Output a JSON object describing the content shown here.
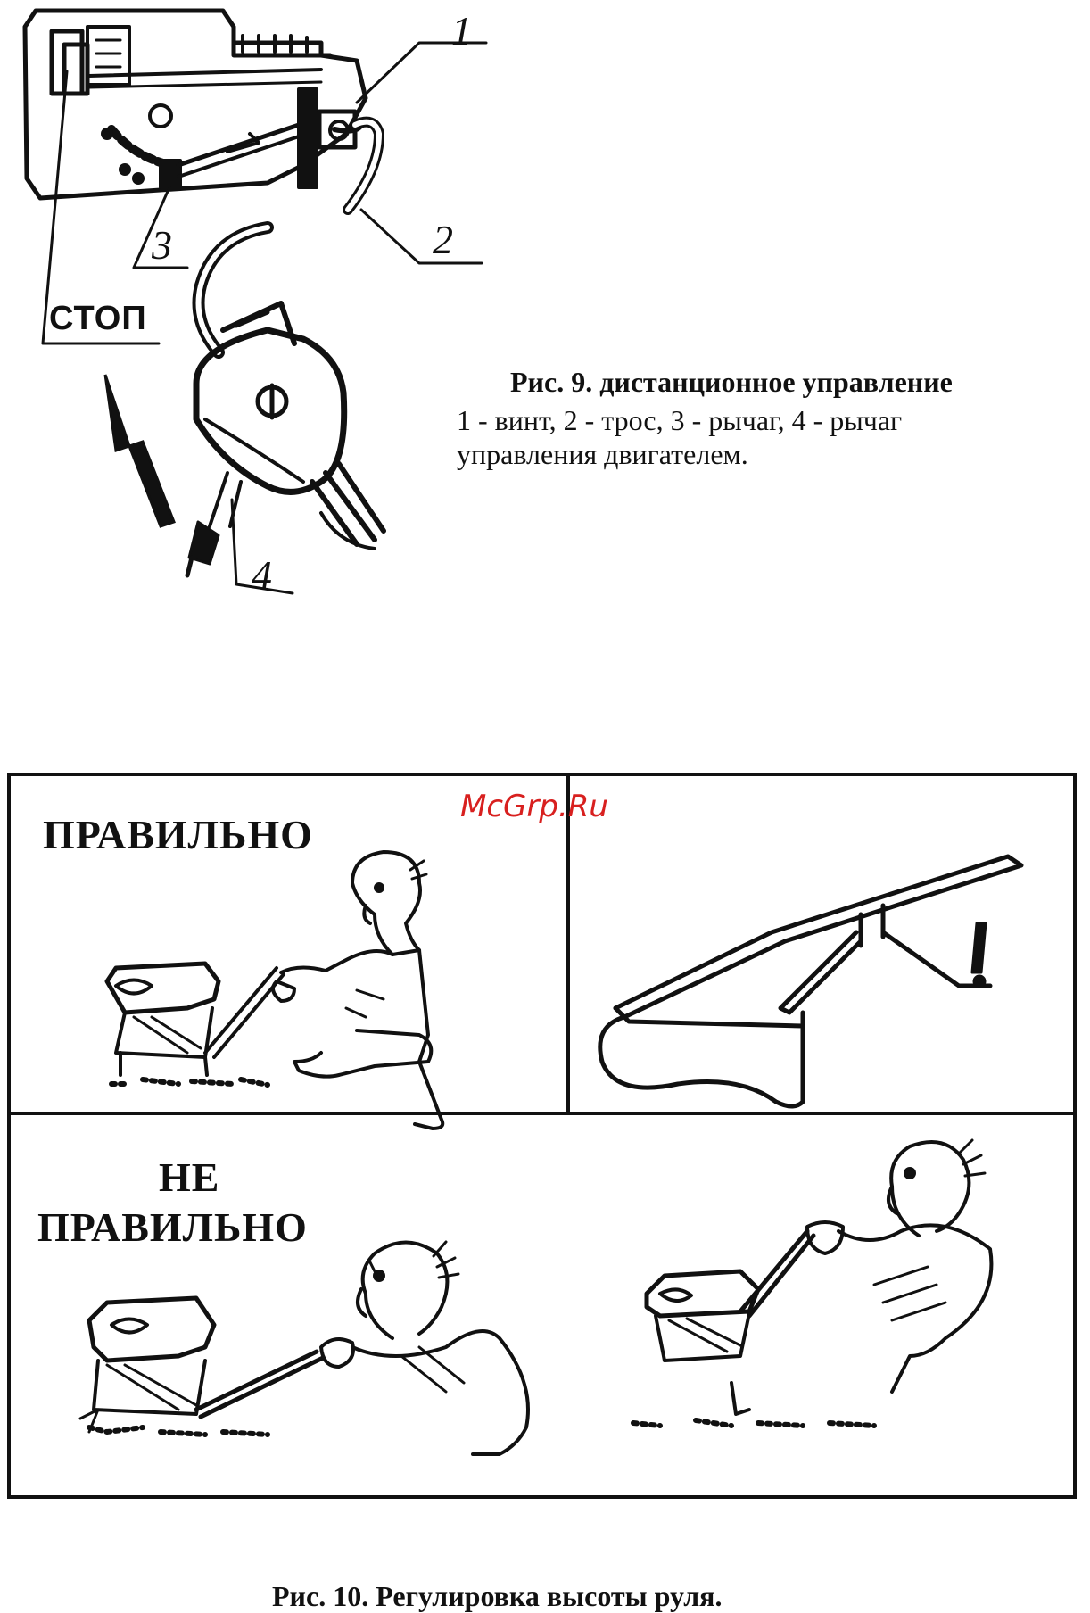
{
  "figure9": {
    "callouts": [
      "1",
      "2",
      "3",
      "4"
    ],
    "stop_label": "СТОП",
    "caption_title": "Рис. 9. дистанционное управление",
    "caption_line1": "1 - винт, 2 - трос, 3 - рычаг, 4 - рычаг",
    "caption_line2": "управления двигателем."
  },
  "figure10": {
    "label_correct": "ПРАВИЛЬНО",
    "label_incorrect_line1": "НЕ",
    "label_incorrect_line2": "ПРАВИЛЬНО",
    "caption": "Рис. 10. Регулировка высоты руля."
  },
  "watermark": "McGrp.Ru",
  "colors": {
    "ink": "#111111",
    "watermark": "#d8201f",
    "paper": "#ffffff"
  }
}
